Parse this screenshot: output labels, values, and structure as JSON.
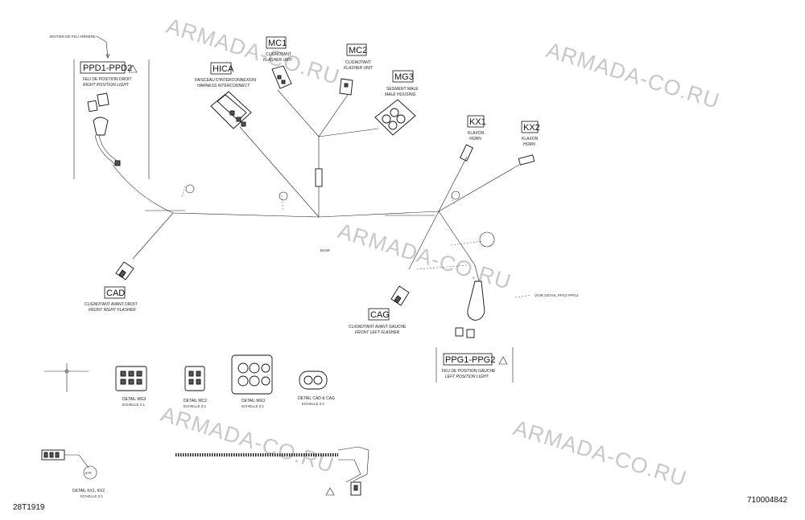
{
  "watermark": "ARMADA-CO.RU",
  "doc_ref": "28T1919",
  "part_number": "710004842",
  "diagram_title": "BASE",
  "connectors": {
    "ppd": {
      "code": "PPD1-PPD2",
      "fr": "FEU DE POSITION DROIT",
      "en": "RIGHT POSITION LIGHT"
    },
    "hica": {
      "code": "HICA",
      "fr": "FAISCEAU D'INTERCONNEXION",
      "en": "HARNESS INTERCONNECT"
    },
    "mc1": {
      "code": "MC1",
      "fr": "CLIGNOTANT",
      "en": "FLASHER UNIT"
    },
    "mc2": {
      "code": "MC2",
      "fr": "CLIGNOTANT",
      "en": "FLASHER UNIT"
    },
    "mg3": {
      "code": "MG3",
      "fr": "SEGMENT MALE",
      "en": "MALE HOUSING"
    },
    "kx1": {
      "code": "KX1",
      "fr": "KLAXON",
      "en": "HORN"
    },
    "kx2": {
      "code": "KX2",
      "fr": "KLAXON",
      "en": "HORN"
    },
    "cad": {
      "code": "CAD",
      "fr": "CLIGNOTANT AVANT DROIT",
      "en": "FRONT RIGHT FLASHER"
    },
    "cag": {
      "code": "CAG",
      "fr": "CLIGNOTANT AVANT GAUCHE",
      "en": "FRONT LEFT FLASHER"
    },
    "ppg": {
      "code": "PPG1-PPG2",
      "fr": "FEU DE POSITION GAUCHE",
      "en": "LEFT POSITION LIGHT"
    }
  },
  "details": {
    "mg3_small": {
      "title": "DETAIL MG3",
      "sub": "ECHELLE 2:1"
    },
    "mc2": {
      "title": "DETAIL MC2",
      "sub": "ECHELLE 2:1"
    },
    "mg3": {
      "title": "DETAIL MG3",
      "sub": "ECHELLE 2:1"
    },
    "cad_cag": {
      "title": "DETAIL CAD & CAG",
      "sub": "ECHELLE 2:1"
    },
    "kx": {
      "title": "DETAIL KX1, KX2",
      "sub": "ECHELLE 2:1"
    }
  },
  "bubbles": {
    "b679": "679"
  },
  "notes": {
    "top_left": "BOITIER DE FEU ARRIERE",
    "see_detail": "VOIR DETAIL PPG1-PPG2"
  },
  "colors": {
    "watermark": "#c8c8c8",
    "line": "#222222",
    "background": "#ffffff"
  }
}
